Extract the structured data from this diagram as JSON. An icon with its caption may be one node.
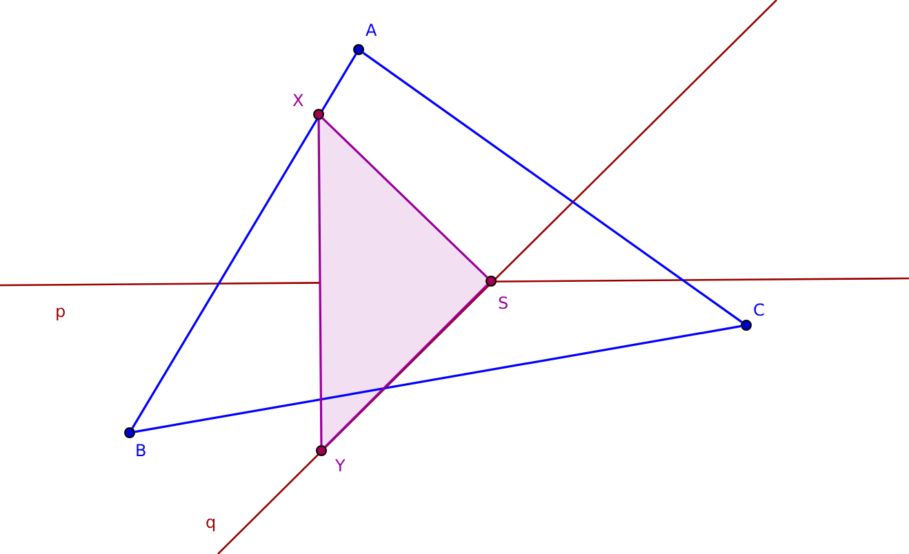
{
  "diagram": {
    "nodes": [
      {
        "text": [
          "A"
        ]
      },
      {
        "text": [
          "B"
        ]
      },
      {
        "text": [
          "C"
        ]
      },
      {
        "text": [
          "X"
        ]
      },
      {
        "text": [
          "S"
        ]
      },
      {
        "text": [
          "Y"
        ]
      }
    ],
    "edges": [
      {
        "from": 0,
        "to": 1,
        "arrow": "none",
        "color": "#0000ff"
      },
      {
        "from": 1,
        "to": 2,
        "arrow": "none",
        "color": "#0000ff"
      },
      {
        "from": 2,
        "to": 0,
        "arrow": "none",
        "color": "#0000ff"
      },
      {
        "from": 3,
        "to": 4,
        "arrow": "none",
        "color": "#990099"
      },
      {
        "from": 4,
        "to": 5,
        "arrow": "none",
        "color": "#990099"
      },
      {
        "from": 5,
        "to": 3,
        "arrow": "none",
        "color": "#990099"
      }
    ],
    "labels": [
      "p",
      "q"
    ]
  }
}
